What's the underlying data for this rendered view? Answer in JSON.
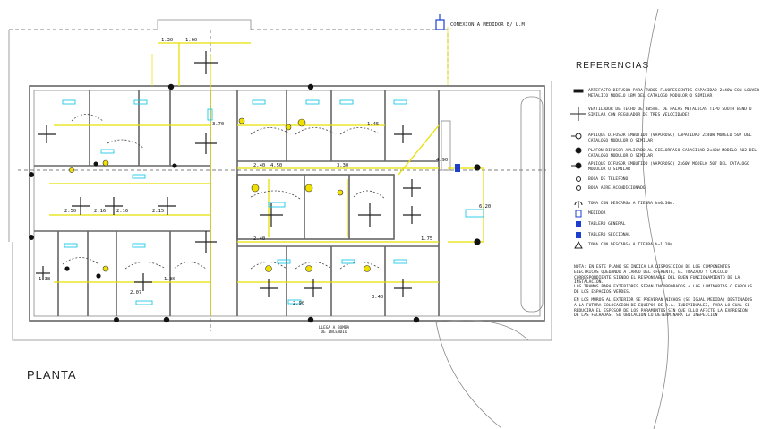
{
  "drawing": {
    "plan_title": "PLANTA",
    "top_connection_label": "CONEXION A MEDIDOR E/ L.M.",
    "bottom_connection_label": "LLEGA A BOMBA\nDE INCENDIO"
  },
  "references": {
    "title": "REFERENCIAS",
    "items": [
      {
        "icon": "fluorescent-diffuser-icon",
        "text": "ARTEFACTO DIFUSOR PARA TUBOS FLUORESCENTES CAPACIDAD 2x40W CON LOUVER METALICO MODELO LBM DEL CATALOGO MODULOR O SIMILAR"
      },
      {
        "icon": "ceiling-fan-icon",
        "text": "VENTILADOR DE TECHO DE 485mm. DE PALAS METALICAS TIPO SOUTH BEND O SIMILAR CON REGULADOR DE TRES VELOCIDADES"
      },
      {
        "icon": "wall-applique-icon",
        "text": "APLIQUE DIFUSOR EMBUTIDO (VAPOROSO) CAPACIDAD 2x40W MODELO 507 DEL CATALOGO MODULOR O SIMILAR"
      },
      {
        "icon": "surface-plafon-icon",
        "text": "PLAFON DIFUSOR APLICADO AL CIELORRASO CAPACIDAD 2x40W MODELO R02 DEL CATALOGO MODULOR O SIMILAR"
      },
      {
        "icon": "wall-applique-dark-icon",
        "text": "APLIQUE DIFUSOR EMBUTIDO (VAPOROSO) 2x60W MODELO 507 DEL CATALOGO MODULOR O SIMILAR"
      },
      {
        "icon": "phone-outlet-icon",
        "text": "BOCA DE TELEFONO"
      },
      {
        "icon": "ac-outlet-icon",
        "text": "BOCA AIRE ACONDICIONADO"
      },
      {
        "icon": "ground-outlet-icon",
        "text": "TOMA CON DESCARGA A TIERRA h=0.30m."
      },
      {
        "icon": "meter-icon",
        "text": "MEDIDOR"
      },
      {
        "icon": "main-board-icon",
        "text": "TABLERO GENERAL"
      },
      {
        "icon": "sub-board-icon",
        "text": "TABLERO SECCIONAL"
      },
      {
        "icon": "high-outlet-icon",
        "text": "TOMA CON DESCARGA A TIERRA h=1.20m."
      }
    ],
    "notes": [
      "NOTA: EN ESTE PLANO SE INDICA LA DISPOSICION DE LOS COMPONENTES ELECTRICOS QUEDANDO A CARGO DEL OFERENTE, EL TRAZADO Y CALCULO CORRESPONDIENTE SIENDO EL RESPONSABLE DEL BUEN FUNCIONAMIENTO DE LA INSTALACION.",
      "LOS TRAMOS PARA EXTERIORES SERAN INCORPORADOS A LAS LUMINARIAS O FAROLAS DE LOS ESPACIOS VERDES.",
      "EN LOS MUROS AL EXTERIOR SE PREVERAN NICHOS (SE IGUAL MEDIDA) DESTINADOS A LA FUTURA COLOCACION DE EQUIPOS DE A.A. INDIVIDUALES, PARA LO CUAL SE REDUCIRA EL ESPESOR DE LOS PARAMENTOS SIN QUE ELLO AFECTE LA EXPRESION DE LAS FACHADAS. SU UBICACION LO DETERMINARA LA INSPECCION"
    ]
  },
  "dimensions": [
    {
      "label": "1.30"
    },
    {
      "label": "1.60"
    },
    {
      "label": "3.70"
    },
    {
      "label": "2.16"
    },
    {
      "label": "2.15"
    },
    {
      "label": "2.50"
    },
    {
      "label": "2.16"
    },
    {
      "label": "2.40"
    },
    {
      "label": "4.50"
    },
    {
      "label": "4.90"
    },
    {
      "label": "3.30"
    },
    {
      "label": "1.45"
    },
    {
      "label": "1.38"
    },
    {
      "label": "1.80"
    },
    {
      "label": "2.07"
    },
    {
      "label": "2.40"
    },
    {
      "label": "1.75"
    },
    {
      "label": "2.90"
    },
    {
      "label": "6.20"
    },
    {
      "label": "3.40"
    }
  ],
  "colors": {
    "wall": "#666666",
    "wiring": "#e8e000",
    "labels": "#1ec8e6",
    "fixtures": "#111111"
  }
}
